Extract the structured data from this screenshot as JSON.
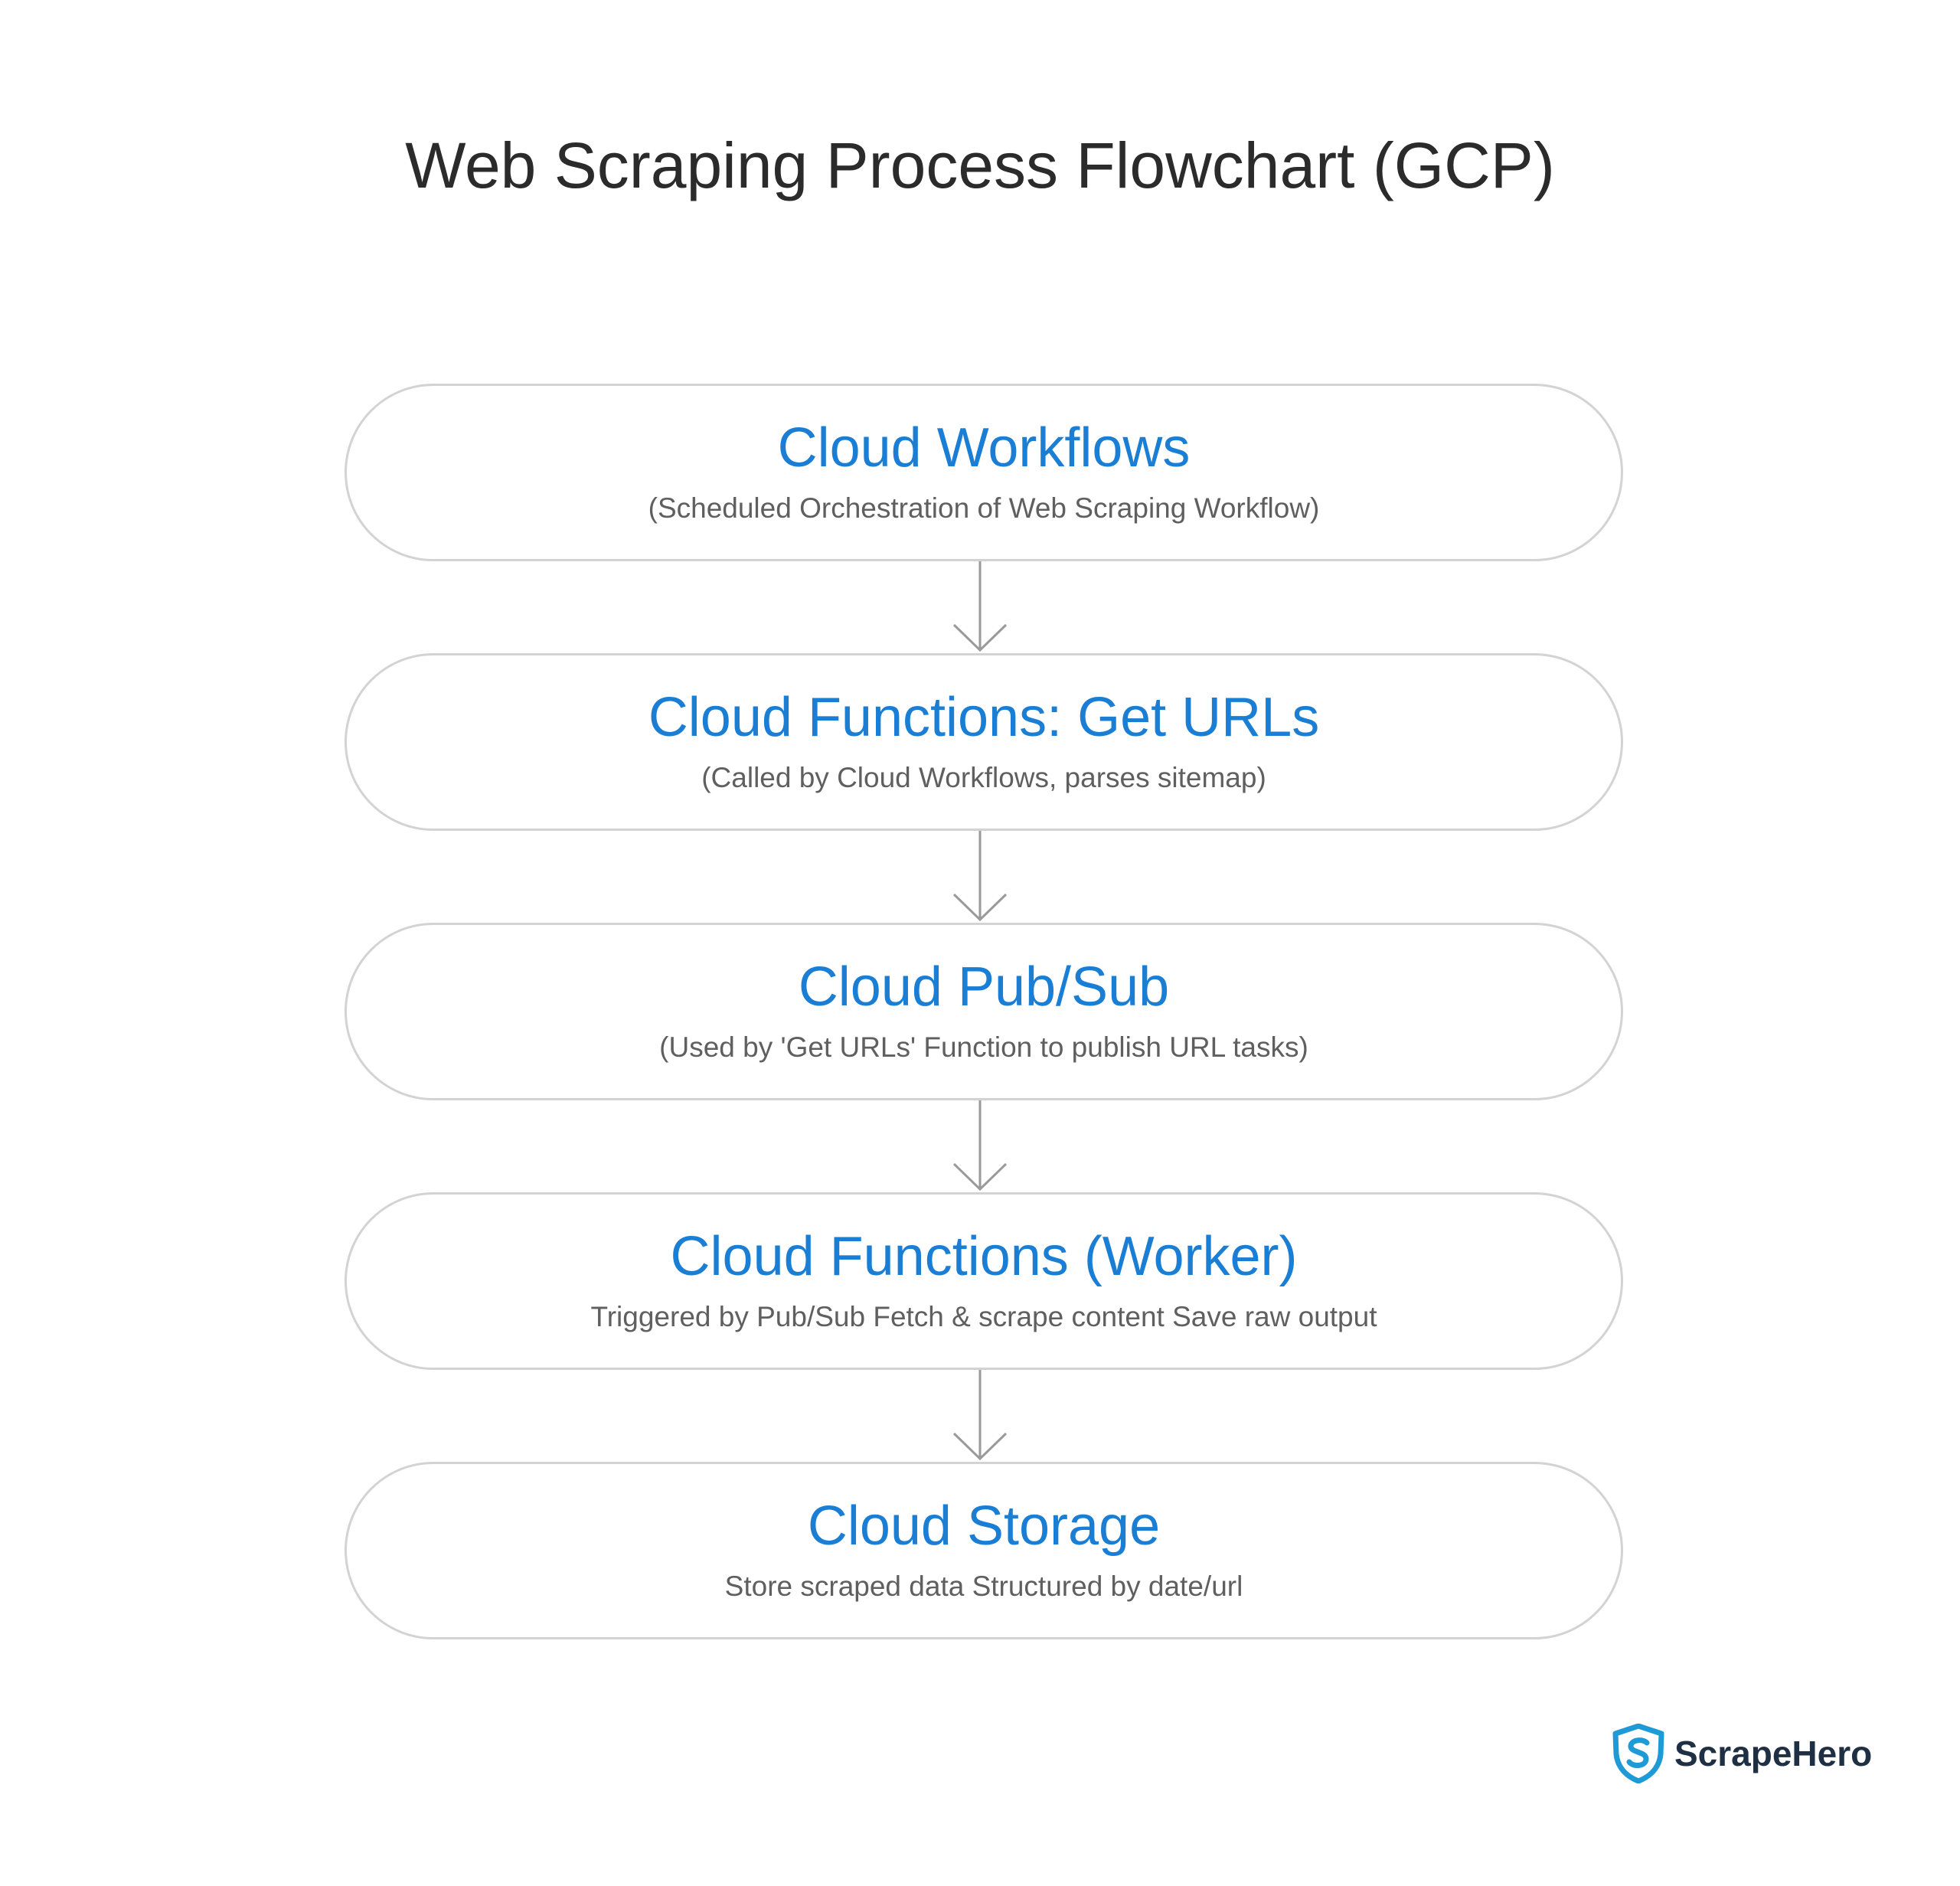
{
  "diagram": {
    "title": "Web Scraping Process Flowchart (GCP)",
    "steps": [
      {
        "title": "Cloud Workflows",
        "subtitle": "(Scheduled Orchestration of Web Scraping Workflow)"
      },
      {
        "title": "Cloud Functions: Get URLs",
        "subtitle": "(Called by Cloud Workflows, parses sitemap)"
      },
      {
        "title": "Cloud Pub/Sub",
        "subtitle": "(Used by 'Get URLs' Function to publish URL tasks)"
      },
      {
        "title": "Cloud Functions (Worker)",
        "subtitle": "Triggered by Pub/Sub Fetch & scrape content Save raw output"
      },
      {
        "title": "Cloud Storage",
        "subtitle": "Store scraped data Structured by date/url"
      }
    ],
    "connectors": [
      {
        "from": 0,
        "to": 1
      },
      {
        "from": 1,
        "to": 2
      },
      {
        "from": 2,
        "to": 3
      },
      {
        "from": 3,
        "to": 4
      }
    ]
  },
  "brand": {
    "name": "ScrapeHero",
    "icon": "shield-s-logo-icon"
  },
  "colors": {
    "step_title": "#1a7ed4",
    "step_subtitle": "#5f5f5f",
    "node_border": "#d3d3d3",
    "arrow": "#9a9a9a",
    "title": "#2b2b2b",
    "logo_icon": "#1e9bd7",
    "logo_text": "#1f2f44"
  }
}
